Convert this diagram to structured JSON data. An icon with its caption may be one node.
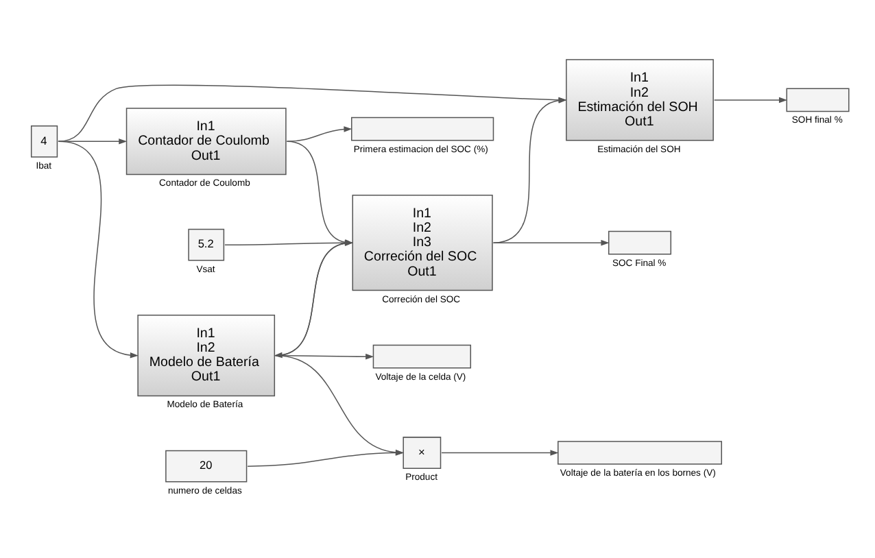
{
  "diagram": {
    "nodes": [
      {
        "text": [
          "4"
        ],
        "beside": [
          "Ibat"
        ]
      },
      {
        "text": [
          "5.2"
        ],
        "beside": [
          "Vsat"
        ]
      },
      {
        "text": [
          "In1",
          "In2",
          "Modelo de Batería",
          "Out1"
        ],
        "beside": [
          "Modelo de Batería"
        ]
      },
      {
        "text": [
          "In1",
          "Contador de Coulomb",
          "Out1"
        ],
        "beside": [
          "Contador de Coulomb"
        ]
      },
      {
        "text": [
          "In1",
          "In2",
          "In3",
          "Correción del SOC",
          "Out1"
        ],
        "beside": [
          "Correción del SOC"
        ]
      },
      {
        "text": [
          "20"
        ],
        "beside": [
          "numero de celdas"
        ]
      },
      {
        "text": [
          "×"
        ],
        "beside": [
          "Product"
        ]
      },
      {
        "text": [],
        "shape": "box",
        "beside": [
          "Voltaje de la batería en los bornes (V)"
        ]
      },
      {
        "text": [],
        "shape": "box",
        "beside": [
          "Voltaje de la celda (V)"
        ]
      },
      {
        "text": [],
        "shape": "box",
        "beside": [
          "Primera estimacion del SOC (%)"
        ]
      },
      {
        "text": [],
        "shape": "box",
        "beside": [
          "SOC Final %"
        ]
      },
      {
        "text": [
          "In1",
          "In2",
          "Estimación del SOH",
          "Out1"
        ],
        "beside": [
          "Estimación del SOH"
        ]
      },
      {
        "text": [],
        "shape": "box",
        "beside": [
          "SOH final %"
        ]
      }
    ],
    "edges": [
      {
        "from": 0,
        "to": 2,
        "arrow": "to"
      },
      {
        "from": 0,
        "to": 3,
        "arrow": "to"
      },
      {
        "from": 0,
        "to": 11,
        "arrow": "to"
      },
      {
        "from": 1,
        "to": 4,
        "arrow": "to"
      },
      {
        "from": 5,
        "to": 6,
        "arrow": "to"
      },
      {
        "from": 2,
        "to": 6,
        "arrow": "to"
      },
      {
        "from": 2,
        "to": 8,
        "arrow": "to"
      },
      {
        "from": 2,
        "to": 4,
        "arrow": "to"
      },
      {
        "from": 6,
        "to": 7,
        "arrow": "to"
      },
      {
        "from": 3,
        "to": 9,
        "arrow": "to"
      },
      {
        "from": 3,
        "to": 4,
        "arrow": "to"
      },
      {
        "from": 4,
        "to": 2,
        "arrow": "to"
      },
      {
        "from": 4,
        "to": 10,
        "arrow": "to"
      },
      {
        "from": 4,
        "to": 11,
        "arrow": "to"
      },
      {
        "from": 11,
        "to": 12,
        "arrow": "to"
      }
    ]
  }
}
